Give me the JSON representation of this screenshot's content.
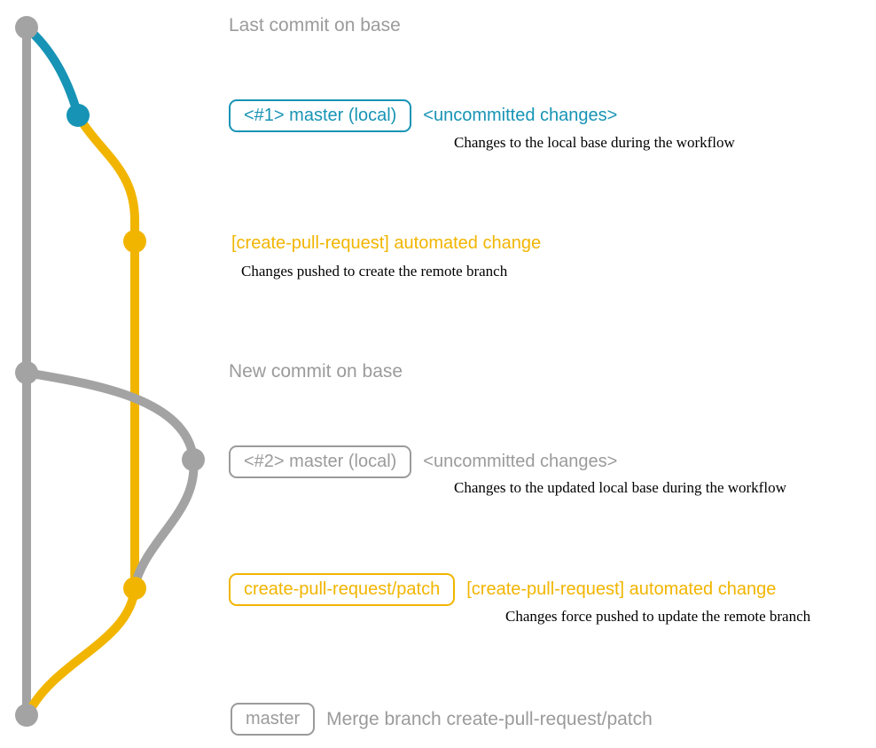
{
  "colors": {
    "gray": "#a3a3a3",
    "gray_text": "#9b9b9b",
    "teal": "#1794b5",
    "yellow": "#f1b500",
    "ink": "#000000"
  },
  "annotations": {
    "last_commit": "Last commit on base",
    "branch1": {
      "box": "<#1> master (local)",
      "note": "<uncommitted changes>",
      "desc": "Changes to the local base during the workflow"
    },
    "auto1": {
      "title": "[create-pull-request] automated change",
      "desc": "Changes pushed to create the remote branch"
    },
    "new_commit": "New commit on base",
    "branch2": {
      "box": "<#2> master (local)",
      "note": "<uncommitted changes>",
      "desc": "Changes to the updated local base during the workflow"
    },
    "patch": {
      "box": "create-pull-request/patch",
      "title": "[create-pull-request] automated change",
      "desc": "Changes force pushed to update the remote branch"
    },
    "merge": {
      "box": "master",
      "text": "Merge branch create-pull-request/patch"
    }
  }
}
